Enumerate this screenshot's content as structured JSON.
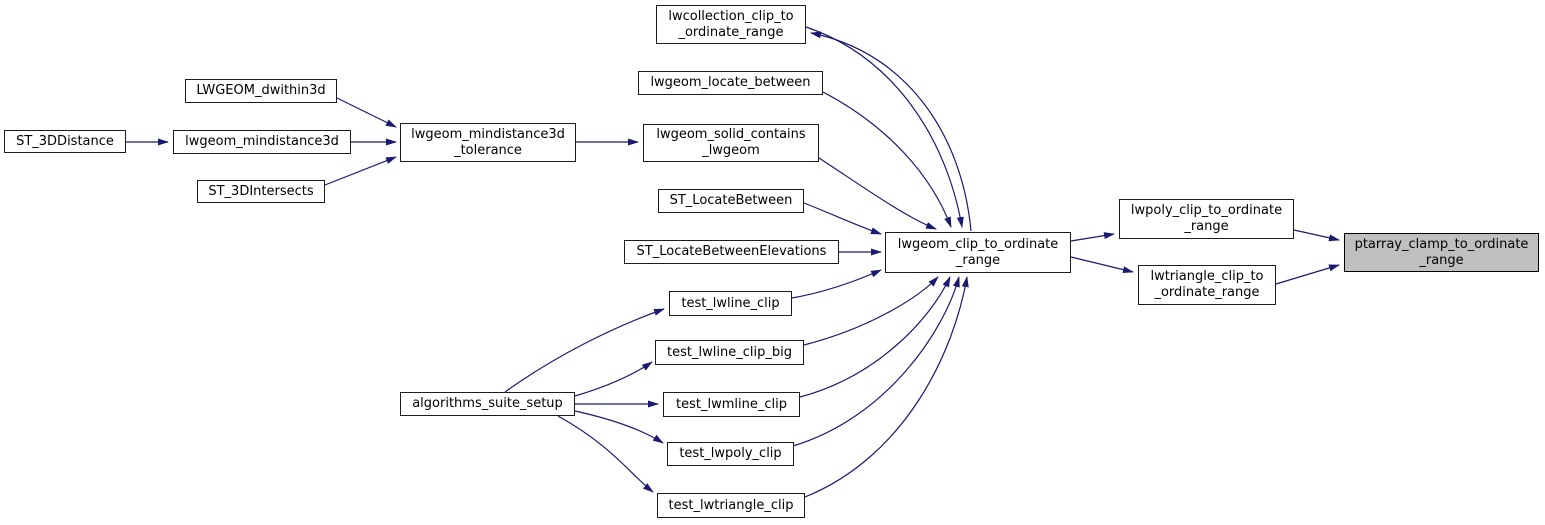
{
  "diagram": {
    "kind": "call-graph",
    "colors": {
      "edge": "#191970",
      "node_fill": "#ffffff",
      "node_border": "#1c1c1c",
      "highlight_fill": "#bfbfbf",
      "text": "#000000"
    },
    "nodes": [
      {
        "id": "ST_3DDistance",
        "label": "ST_3DDistance"
      },
      {
        "id": "LWGEOM_dwithin3d",
        "label": "LWGEOM_dwithin3d"
      },
      {
        "id": "lwgeom_mindistance3d",
        "label": "lwgeom_mindistance3d"
      },
      {
        "id": "ST_3DIntersects",
        "label": "ST_3DIntersects"
      },
      {
        "id": "lwgeom_mindistance3d_tolerance",
        "label": "lwgeom_mindistance3d\n_tolerance"
      },
      {
        "id": "lwcollection_clip_to_ordinate_range",
        "label": "lwcollection_clip_to\n_ordinate_range"
      },
      {
        "id": "lwgeom_locate_between",
        "label": "lwgeom_locate_between"
      },
      {
        "id": "lwgeom_solid_contains_lwgeom",
        "label": "lwgeom_solid_contains\n_lwgeom"
      },
      {
        "id": "ST_LocateBetween",
        "label": "ST_LocateBetween"
      },
      {
        "id": "ST_LocateBetweenElevations",
        "label": "ST_LocateBetweenElevations"
      },
      {
        "id": "lwgeom_clip_to_ordinate_range",
        "label": "lwgeom_clip_to_ordinate\n_range"
      },
      {
        "id": "lwpoly_clip_to_ordinate_range",
        "label": "lwpoly_clip_to_ordinate\n_range"
      },
      {
        "id": "lwtriangle_clip_to_ordinate_range",
        "label": "lwtriangle_clip_to\n_ordinate_range"
      },
      {
        "id": "ptarray_clamp_to_ordinate_range",
        "label": "ptarray_clamp_to_ordinate\n_range",
        "highlighted": true
      },
      {
        "id": "algorithms_suite_setup",
        "label": "algorithms_suite_setup"
      },
      {
        "id": "test_lwline_clip",
        "label": "test_lwline_clip"
      },
      {
        "id": "test_lwline_clip_big",
        "label": "test_lwline_clip_big"
      },
      {
        "id": "test_lwmline_clip",
        "label": "test_lwmline_clip"
      },
      {
        "id": "test_lwpoly_clip",
        "label": "test_lwpoly_clip"
      },
      {
        "id": "test_lwtriangle_clip",
        "label": "test_lwtriangle_clip"
      }
    ],
    "edges": [
      {
        "from": "ST_3DDistance",
        "to": "lwgeom_mindistance3d"
      },
      {
        "from": "LWGEOM_dwithin3d",
        "to": "lwgeom_mindistance3d_tolerance"
      },
      {
        "from": "lwgeom_mindistance3d",
        "to": "lwgeom_mindistance3d_tolerance"
      },
      {
        "from": "ST_3DIntersects",
        "to": "lwgeom_mindistance3d_tolerance"
      },
      {
        "from": "lwgeom_mindistance3d_tolerance",
        "to": "lwgeom_solid_contains_lwgeom"
      },
      {
        "from": "lwgeom_solid_contains_lwgeom",
        "to": "lwgeom_clip_to_ordinate_range"
      },
      {
        "from": "lwgeom_locate_between",
        "to": "lwgeom_clip_to_ordinate_range"
      },
      {
        "from": "lwcollection_clip_to_ordinate_range",
        "to": "lwgeom_clip_to_ordinate_range"
      },
      {
        "from": "lwgeom_clip_to_ordinate_range",
        "to": "lwcollection_clip_to_ordinate_range"
      },
      {
        "from": "ST_LocateBetween",
        "to": "lwgeom_clip_to_ordinate_range"
      },
      {
        "from": "ST_LocateBetweenElevations",
        "to": "lwgeom_clip_to_ordinate_range"
      },
      {
        "from": "test_lwline_clip",
        "to": "lwgeom_clip_to_ordinate_range"
      },
      {
        "from": "test_lwline_clip_big",
        "to": "lwgeom_clip_to_ordinate_range"
      },
      {
        "from": "test_lwmline_clip",
        "to": "lwgeom_clip_to_ordinate_range"
      },
      {
        "from": "test_lwpoly_clip",
        "to": "lwgeom_clip_to_ordinate_range"
      },
      {
        "from": "test_lwtriangle_clip",
        "to": "lwgeom_clip_to_ordinate_range"
      },
      {
        "from": "algorithms_suite_setup",
        "to": "test_lwline_clip"
      },
      {
        "from": "algorithms_suite_setup",
        "to": "test_lwline_clip_big"
      },
      {
        "from": "algorithms_suite_setup",
        "to": "test_lwmline_clip"
      },
      {
        "from": "algorithms_suite_setup",
        "to": "test_lwpoly_clip"
      },
      {
        "from": "algorithms_suite_setup",
        "to": "test_lwtriangle_clip"
      },
      {
        "from": "lwgeom_clip_to_ordinate_range",
        "to": "lwpoly_clip_to_ordinate_range"
      },
      {
        "from": "lwgeom_clip_to_ordinate_range",
        "to": "lwtriangle_clip_to_ordinate_range"
      },
      {
        "from": "lwpoly_clip_to_ordinate_range",
        "to": "ptarray_clamp_to_ordinate_range"
      },
      {
        "from": "lwtriangle_clip_to_ordinate_range",
        "to": "ptarray_clamp_to_ordinate_range"
      }
    ]
  }
}
